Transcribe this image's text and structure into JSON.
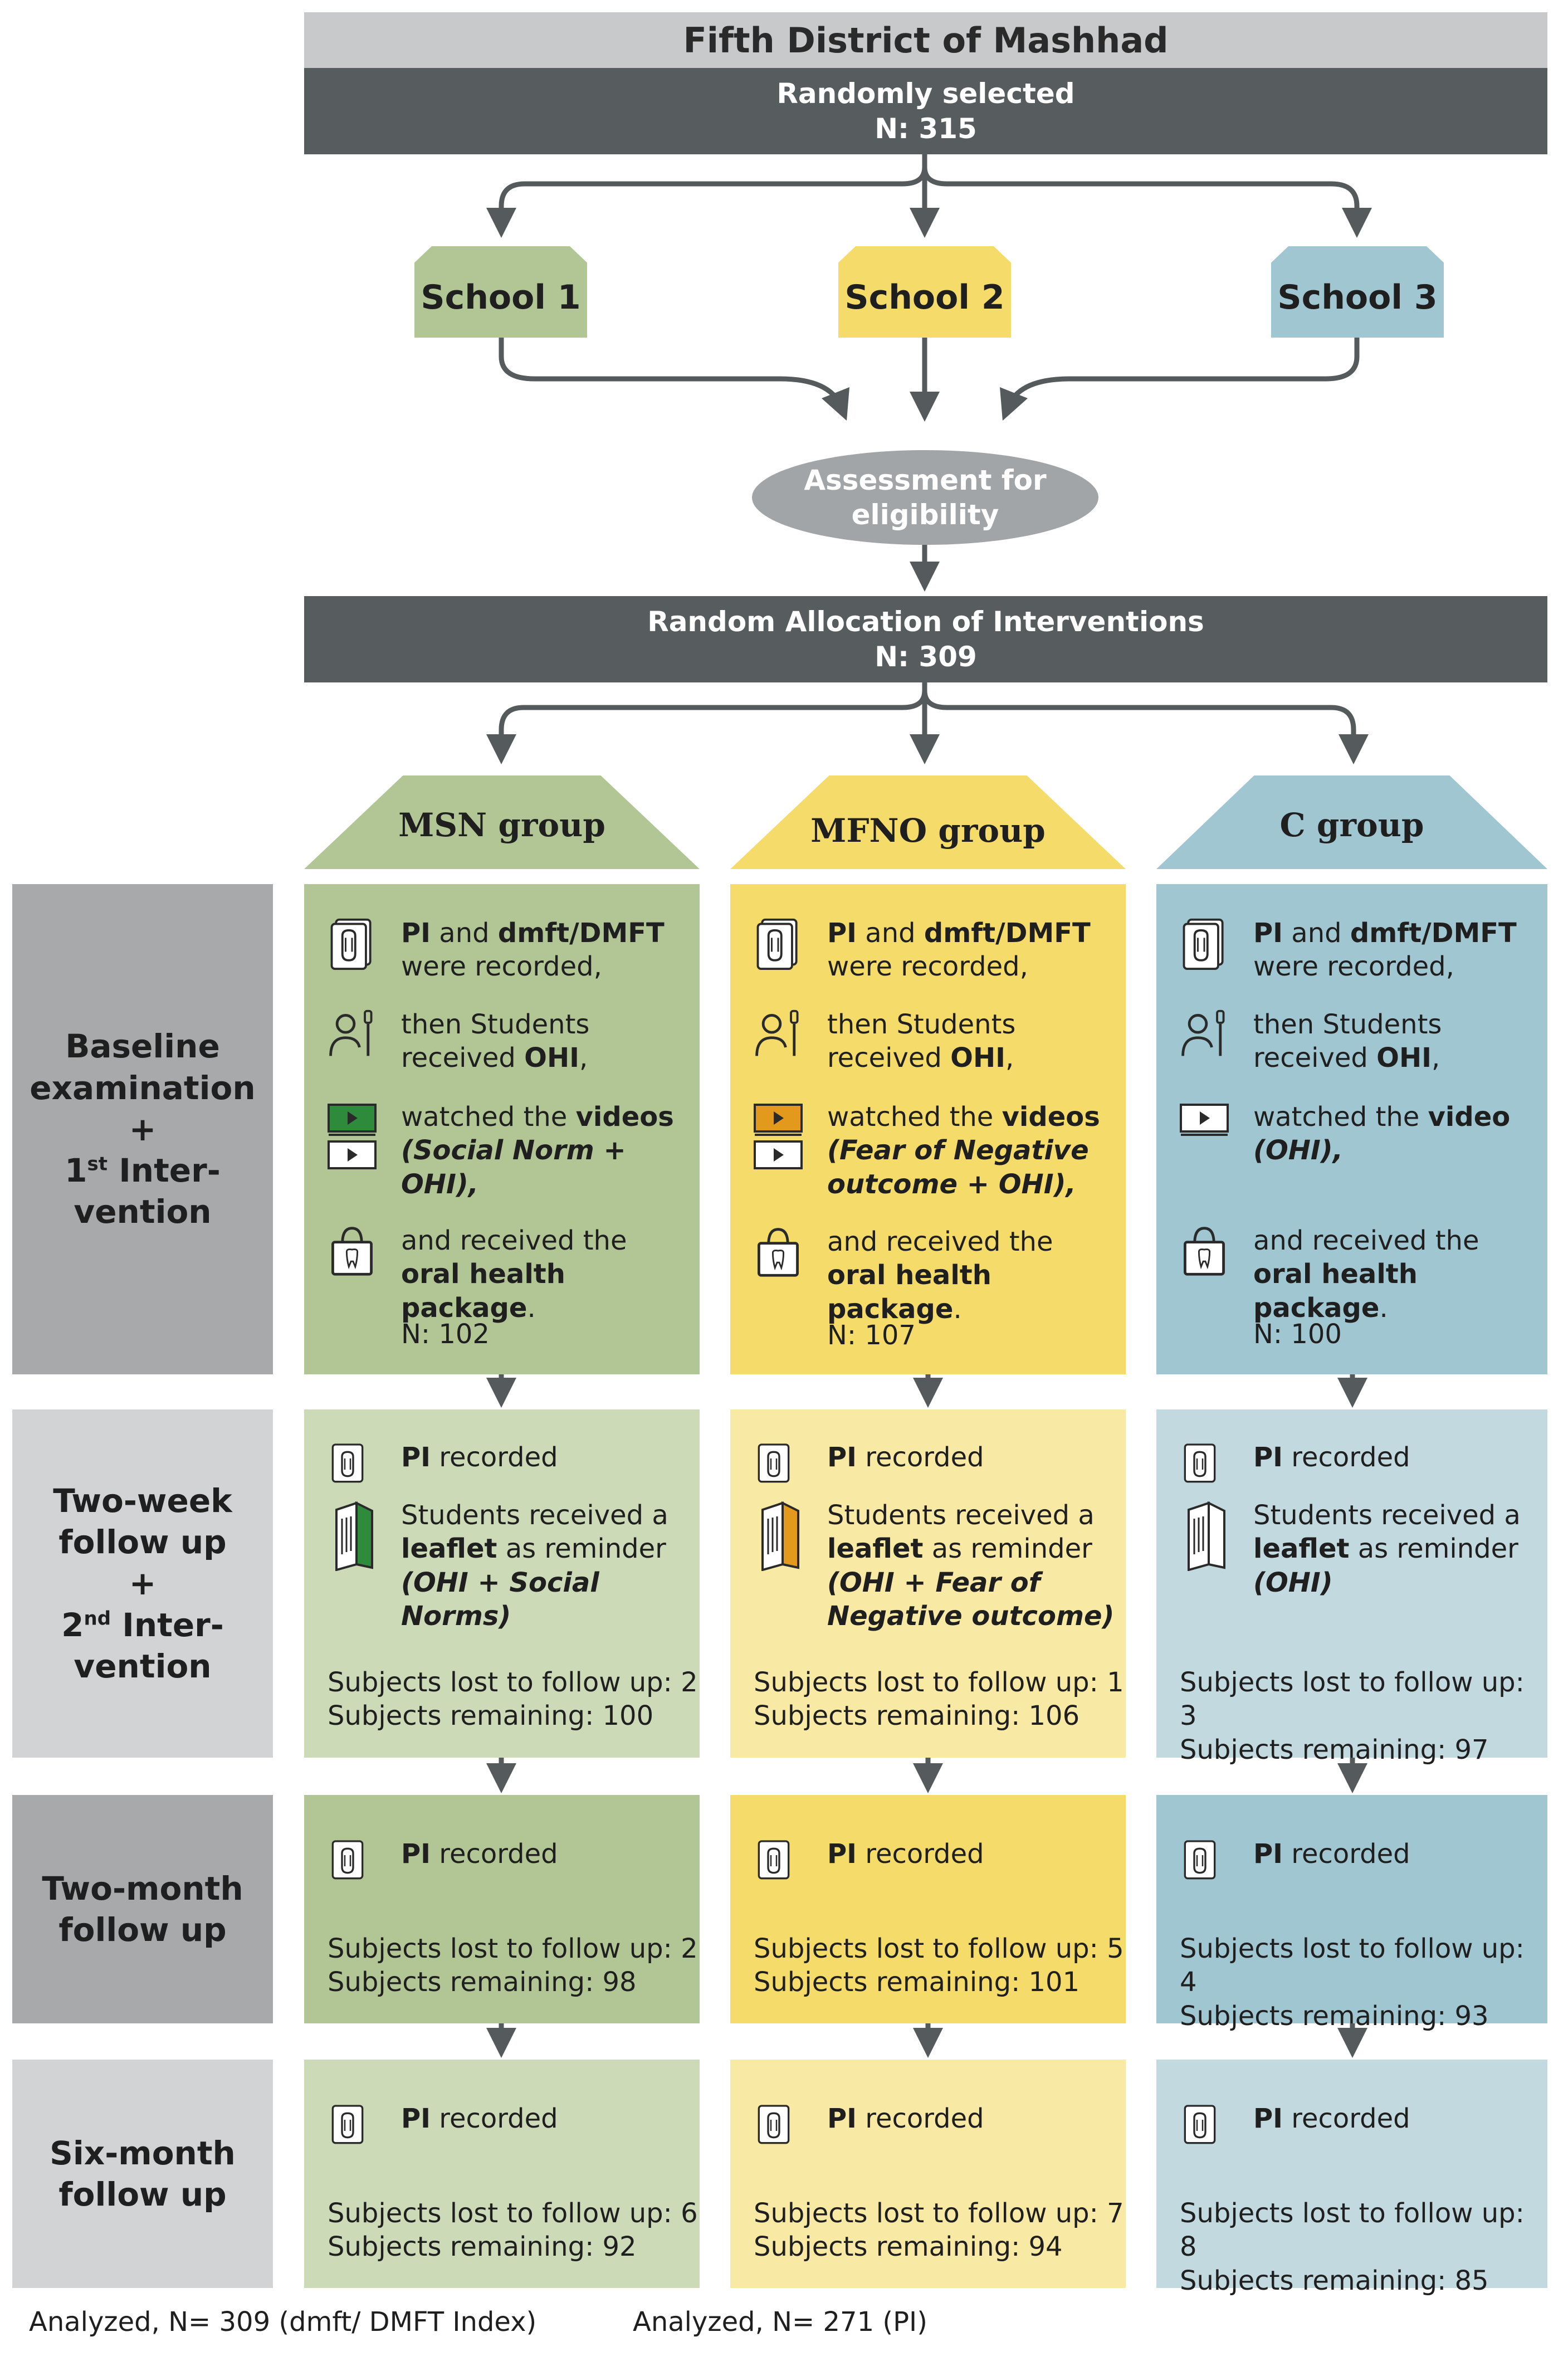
{
  "top": {
    "title": "Fifth District of Mashhad",
    "selected_line1": "Randomly selected",
    "selected_line2": "N: 315"
  },
  "schools": [
    "School 1",
    "School 2",
    "School 3"
  ],
  "eligibility": {
    "line1": "Assessment for",
    "line2": "eligibility"
  },
  "allocation": {
    "line1": "Random Allocation of Interventions",
    "line2": "N: 309"
  },
  "groups": [
    {
      "name": "MSN group",
      "color": "#b2c695",
      "light_color": "#ccdab7",
      "baseline": {
        "pi_bold": "PI",
        "and": " and ",
        "dmft_bold": "dmft/DMFT",
        "were": "were recorded,",
        "then": "then Students",
        "received": "received ",
        "ohi": "OHI",
        "comma": ",",
        "watched": "watched the ",
        "videos": "videos",
        "video_detail_1": "(Social Norm + OHI),",
        "video_detail_2": "",
        "and_received": "and received the",
        "package": "oral health package",
        "dot": ".",
        "n": "N: 102"
      },
      "two_week": {
        "pi_bold": "PI",
        "recorded": " recorded",
        "rec1": "Students received a",
        "leaflet": "leaflet",
        "reminder": " as reminder",
        "leaf_detail_1": "(OHI + Social Norms)",
        "leaf_detail_2": "",
        "lost": "Subjects lost to follow up: 2",
        "remaining": "Subjects remaining: 100"
      },
      "two_month": {
        "pi_bold": "PI",
        "recorded": " recorded",
        "lost": "Subjects lost to follow up: 2",
        "remaining": "Subjects remaining: 98"
      },
      "six_month": {
        "pi_bold": "PI",
        "recorded": " recorded",
        "lost": "Subjects lost to follow up: 6",
        "remaining": "Subjects remaining: 92"
      }
    },
    {
      "name": "MFNO group",
      "color": "#f5dc6a",
      "light_color": "#f8e9a5",
      "baseline": {
        "pi_bold": "PI",
        "and": " and ",
        "dmft_bold": "dmft/DMFT",
        "were": "were recorded,",
        "then": "then Students",
        "received": "received ",
        "ohi": "OHI",
        "comma": ",",
        "watched": "watched the ",
        "videos": "videos",
        "video_detail_1": "(Fear of Negative",
        "video_detail_2": "outcome + OHI),",
        "and_received": "and received the",
        "package": "oral health package",
        "dot": ".",
        "n": "N: 107"
      },
      "two_week": {
        "pi_bold": "PI",
        "recorded": " recorded",
        "rec1": "Students received a",
        "leaflet": "leaflet",
        "reminder": " as reminder",
        "leaf_detail_1": "(OHI + Fear of",
        "leaf_detail_2": "Negative outcome)",
        "lost": "Subjects lost to follow up: 1",
        "remaining": "Subjects remaining: 106"
      },
      "two_month": {
        "pi_bold": "PI",
        "recorded": " recorded",
        "lost": "Subjects lost to follow up: 5",
        "remaining": "Subjects remaining: 101"
      },
      "six_month": {
        "pi_bold": "PI",
        "recorded": " recorded",
        "lost": "Subjects lost to follow up: 7",
        "remaining": "Subjects remaining: 94"
      }
    },
    {
      "name": "C group",
      "color": "#a0c6d1",
      "light_color": "#c2d9df",
      "baseline": {
        "pi_bold": "PI",
        "and": " and ",
        "dmft_bold": "dmft/DMFT",
        "were": "were recorded,",
        "then": "then Students",
        "received": "received ",
        "ohi": "OHI",
        "comma": ",",
        "watched": "watched the ",
        "videos": "video",
        "video_detail_1": "(OHI),",
        "video_detail_2": "",
        "and_received": "and received the",
        "package": "oral health package",
        "dot": ".",
        "n": "N: 100"
      },
      "two_week": {
        "pi_bold": "PI",
        "recorded": " recorded",
        "rec1": "Students received a",
        "leaflet": "leaflet",
        "reminder": " as reminder",
        "leaf_detail_1": "(OHI)",
        "leaf_detail_2": "",
        "lost": "Subjects lost to follow up: 3",
        "remaining": "Subjects remaining: 97"
      },
      "two_month": {
        "pi_bold": "PI",
        "recorded": " recorded",
        "lost": "Subjects lost to follow up: 4",
        "remaining": "Subjects remaining: 93"
      },
      "six_month": {
        "pi_bold": "PI",
        "recorded": " recorded",
        "lost": "Subjects lost to follow up: 8",
        "remaining": "Subjects remaining: 85"
      }
    }
  ],
  "stages": {
    "baseline": [
      "Baseline",
      "examination",
      "+",
      "1",
      "st",
      " Inter-",
      "vention"
    ],
    "two_week": [
      "Two-week",
      "follow up",
      "+",
      "2",
      "nd",
      " Inter-",
      "vention"
    ],
    "two_month": [
      "Two-month",
      "follow up"
    ],
    "six_month": [
      "Six-month",
      "follow up"
    ]
  },
  "footer": {
    "left": "Analyzed, N= 309 (dmft/ DMFT Index)",
    "right": "Analyzed, N= 271 (PI)"
  },
  "colors": {
    "dark_header": "#575c5e",
    "light_header": "#c8c9ca",
    "stage_dark": "#a7a9ab",
    "stage_light": "#d2d3d4",
    "arrow": "#555a5c"
  }
}
